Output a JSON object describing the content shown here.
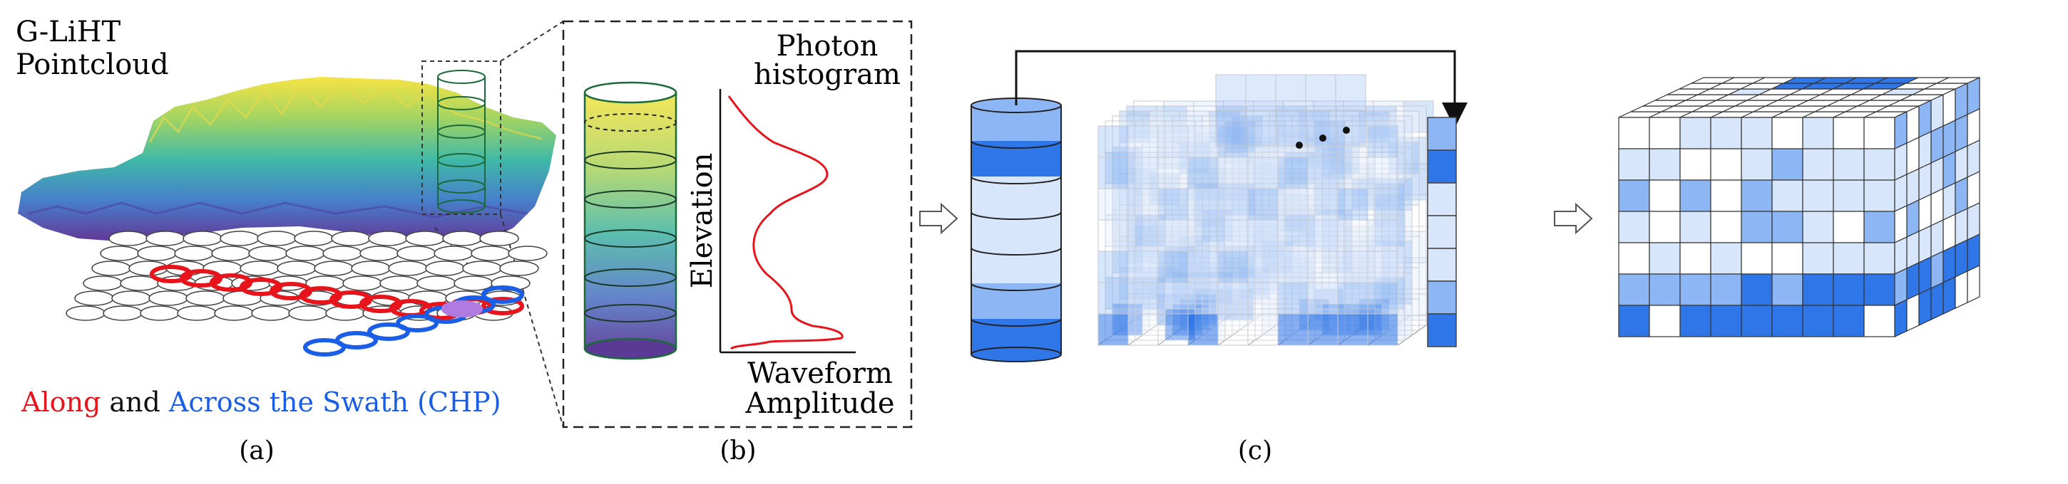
{
  "panel_a": {
    "title_line1": "G-LiHT",
    "title_line2": "Pointcloud",
    "caption_along": "Along",
    "caption_and": " and ",
    "caption_across": "Across the Swath (CHP)",
    "label": "(a)"
  },
  "panel_b": {
    "title_line1": "Photon",
    "title_line2": "histogram",
    "y_axis_label": "Elevation",
    "x_axis_line1": "Waveform",
    "x_axis_line2": "Amplitude",
    "label": "(b)"
  },
  "panel_c": {
    "label": "(c)"
  },
  "colors": {
    "along": "#e8141c",
    "across": "#1a5ee8",
    "overlap": "#b07be0",
    "voxel_dark": "#2f76e8",
    "voxel_mid": "#8db6f4",
    "voxel_light": "#d7e6fb",
    "waveform": "#e8141c"
  },
  "icons": {
    "arrow_1": "hollow-right-arrow-icon",
    "arrow_2": "hollow-right-arrow-icon"
  }
}
